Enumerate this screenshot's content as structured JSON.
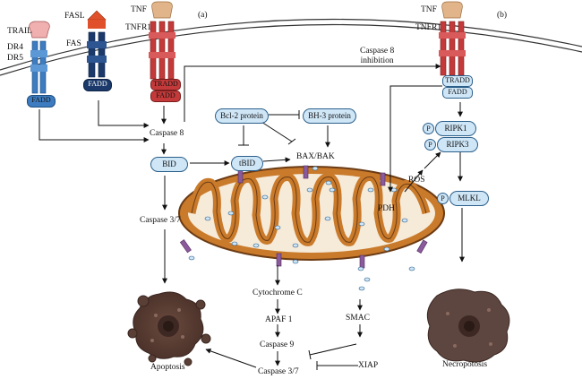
{
  "panel_a": {
    "label": "(a)",
    "receptors": {
      "trail": "TRAIL",
      "dr4": "DR4",
      "dr5": "DR5",
      "fasl": "FASL",
      "fas": "FAS",
      "tnf": "TNF",
      "tnfr1": "TNFR1"
    },
    "adaptors": {
      "fadd_left": "FADD",
      "fadd_mid": "FADD",
      "tradd": "TRADD",
      "fadd_tnf": "FADD"
    },
    "nodes": {
      "caspase8": "Caspase 8",
      "bid": "BID",
      "tbid": "tBID",
      "bcl2": "Bcl-2 protein",
      "bh3": "BH-3 protein",
      "baxbak": "BAX/BAK",
      "caspase37_upper": "Caspase 3/7",
      "cytochrome_c": "Cytochrome C",
      "apaf1": "APAF 1",
      "caspase9": "Caspase 9",
      "caspase37_lower": "Caspase 3/7",
      "smac": "SMAC",
      "xiap": "XIAP",
      "apoptosis": "Apoptosis"
    }
  },
  "panel_b": {
    "label": "(b)",
    "receptors": {
      "tnf": "TNF",
      "tnfr1": "TNFR1"
    },
    "adaptors": {
      "tradd": "TRADD",
      "fadd": "FADD"
    },
    "caspase8_inhibition": "Caspase 8\ninhibition",
    "nodes": {
      "p1": "P",
      "ripk1": "RIPK1",
      "p2": "P",
      "ripk3": "RIPK3",
      "ros": "ROS",
      "pdh": "PDH",
      "p3": "P",
      "mlkl": "MLKL",
      "necroptosis": "Necropotosis"
    }
  },
  "colors": {
    "pill_fill": "#cfe6f7",
    "pill_stroke": "#2b5f8a",
    "receptor_blue": "#3d7cc0",
    "receptor_navy": "#1b3a6b",
    "receptor_red": "#c43a3a",
    "ligand_pink": "#f0b0b0",
    "ligand_tan": "#e2b48a",
    "mito_outer": "#c97a2a",
    "mito_inner": "#6b3b14",
    "channel_purple": "#8b5a9c",
    "cell_dark": "#5a3f36"
  }
}
